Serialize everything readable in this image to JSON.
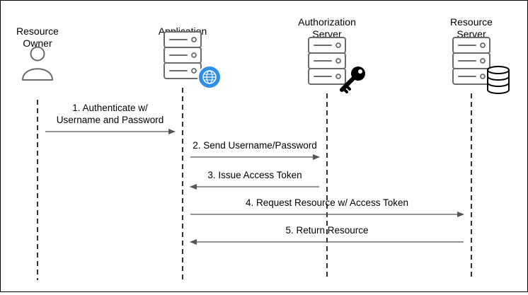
{
  "diagram": {
    "type": "sequence-diagram",
    "colors": {
      "lifeline": "#333333",
      "arrow": "#555555",
      "icon_stroke": "#6b6b6b",
      "icon_fill": "#ffffff",
      "globe": "#2f8fe6",
      "key": "#000000",
      "text": "#000000",
      "border": "#000000"
    },
    "actors": [
      {
        "id": "resource-owner",
        "label_lines": [
          "Resource",
          "Owner"
        ],
        "icon": "person-icon"
      },
      {
        "id": "application",
        "label_lines": [
          "Application"
        ],
        "icon": "server-icon",
        "badge": "globe-icon"
      },
      {
        "id": "authorization-server",
        "label_lines": [
          "Authorization",
          "Server"
        ],
        "icon": "server-icon",
        "badge": "key-icon"
      },
      {
        "id": "resource-server",
        "label_lines": [
          "Resource",
          "Server"
        ],
        "icon": "server-icon",
        "badge": "database-icon"
      }
    ],
    "messages": [
      {
        "from": "resource-owner",
        "to": "application",
        "label_lines": [
          "1. Authenticate w/",
          "Username and Password"
        ]
      },
      {
        "from": "application",
        "to": "authorization-server",
        "label_lines": [
          "2. Send Username/Password"
        ]
      },
      {
        "from": "authorization-server",
        "to": "application",
        "label_lines": [
          "3. Issue Access Token"
        ]
      },
      {
        "from": "application",
        "to": "resource-server",
        "label_lines": [
          "4. Request Resource w/ Access Token"
        ]
      },
      {
        "from": "resource-server",
        "to": "application",
        "label_lines": [
          "5. Return Resource"
        ]
      }
    ]
  }
}
